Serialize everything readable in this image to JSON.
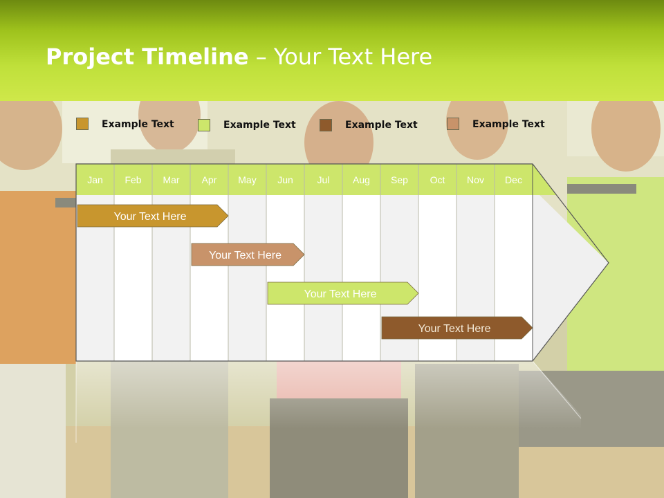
{
  "title": {
    "bold": "Project Timeline",
    "rest": " – Your Text Here"
  },
  "legend": [
    {
      "label": "Example Text",
      "color": "#c8962e"
    },
    {
      "label": "Example Text",
      "color": "#cde66b"
    },
    {
      "label": "Example Text",
      "color": "#8e5a2c"
    },
    {
      "label": "Example Text",
      "color": "#c8936a"
    }
  ],
  "months": [
    "Jan",
    "Feb",
    "Mar",
    "Apr",
    "May",
    "Jun",
    "Jul",
    "Aug",
    "Sep",
    "Oct",
    "Nov",
    "Dec"
  ],
  "colors": {
    "header": "#b7d630",
    "month_bar": "#cde66b",
    "frame": "#555555"
  },
  "tasks": [
    {
      "label": "Your  Text Here",
      "start": "Jan",
      "end": "Apr",
      "color": "#c8962e",
      "text_color": "#ffffff"
    },
    {
      "label": "Your  Text Here",
      "start": "Apr",
      "end": "Jun",
      "color": "#c8936a",
      "text_color": "#ffffff"
    },
    {
      "label": "Your  Text Here",
      "start": "Jun",
      "end": "Sep",
      "color": "#cde66b",
      "text_color": "#ffffff"
    },
    {
      "label": "Your  Text Here",
      "start": "Sep",
      "end": "Dec",
      "color": "#8e5a2c",
      "text_color": "#ffffff"
    }
  ]
}
